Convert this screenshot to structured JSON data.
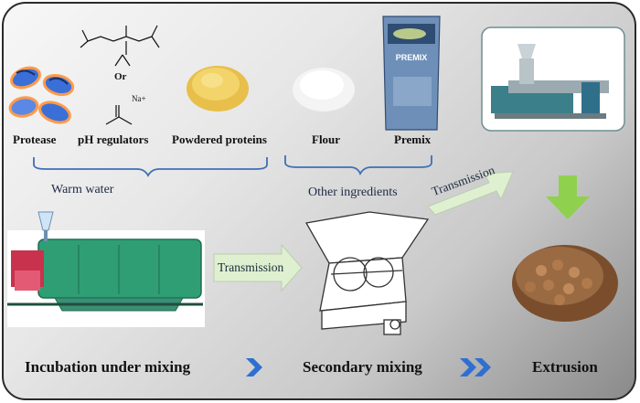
{
  "ingredients": {
    "protease": "Protease",
    "ph_regulators": "pH regulators",
    "powdered_proteins": "Powdered proteins",
    "flour": "Flour",
    "premix": "Premix",
    "or_text": "Or",
    "na_label": "Na+",
    "premix_bag_label": "PREMIX"
  },
  "notes": {
    "warm_water": "Warm water",
    "other_ingredients": "Other ingredients"
  },
  "arrows": {
    "transmission_1": "Transmission",
    "transmission_2": "Transmission"
  },
  "stages": {
    "incubation": "Incubation under mixing",
    "secondary": "Secondary mixing",
    "extrusion": "Extrusion"
  },
  "colors": {
    "brace": "#3f6fb5",
    "chevron": "#2f6fd1",
    "arrow_fill": "#dff0d0",
    "down_arrow": "#8fd14f",
    "mixer_green": "#2f9e74",
    "motor_red": "#c8324c"
  }
}
